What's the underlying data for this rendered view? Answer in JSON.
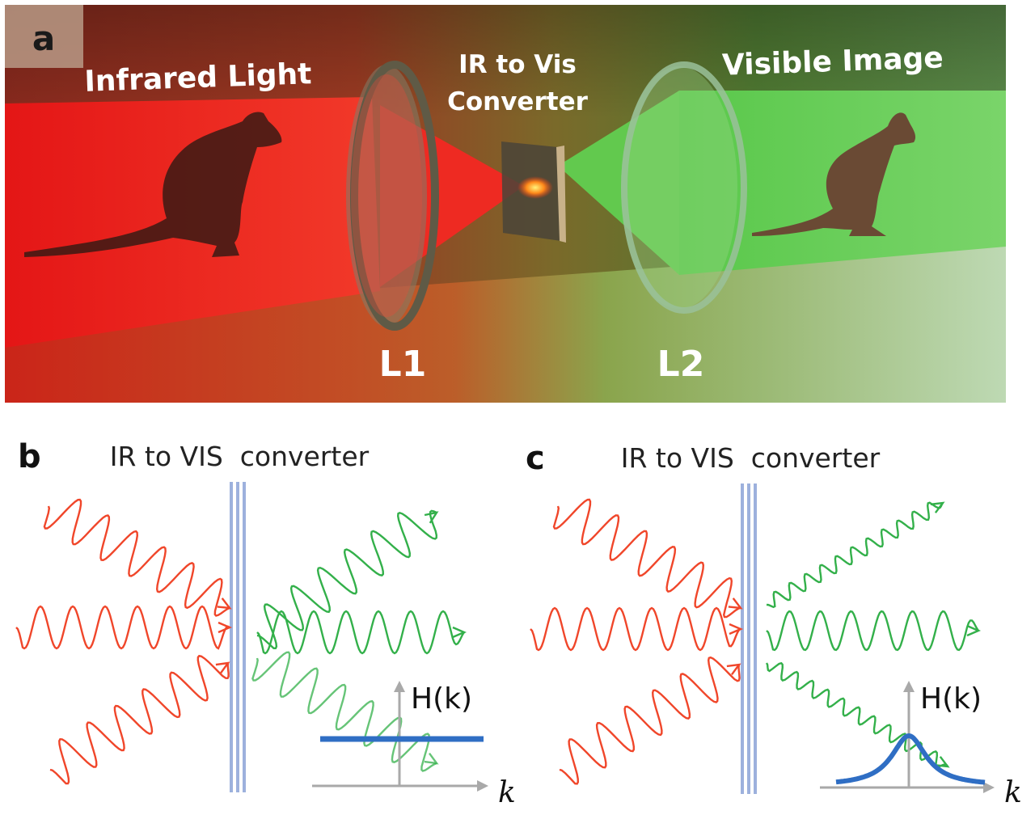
{
  "panel_a": {
    "letter": "a",
    "labels": {
      "infrared": "Infrared Light",
      "converter_line1": "IR to Vis",
      "converter_line2": "Converter",
      "visible": "Visible Image",
      "lens1": "L1",
      "lens2": "L2"
    },
    "colors": {
      "infrared": "#e81a1a",
      "visible": "#3fb83a",
      "lens": "#8a8f7a"
    }
  },
  "panel_b": {
    "letter": "b",
    "title": "IR to VIS  converter",
    "inset": {
      "ylabel": "H(k)",
      "xlabel": "k",
      "response": "flat"
    }
  },
  "panel_c": {
    "letter": "c",
    "title": "IR to VIS  converter",
    "inset": {
      "ylabel": "H(k)",
      "xlabel": "k",
      "response": "peaked"
    }
  },
  "colors": {
    "ir_wave": "#f0462a",
    "vis_wave": "#33b04a",
    "converter": "#9db1dd",
    "response": "#2f6ec4",
    "axis": "#a9a9a9"
  }
}
